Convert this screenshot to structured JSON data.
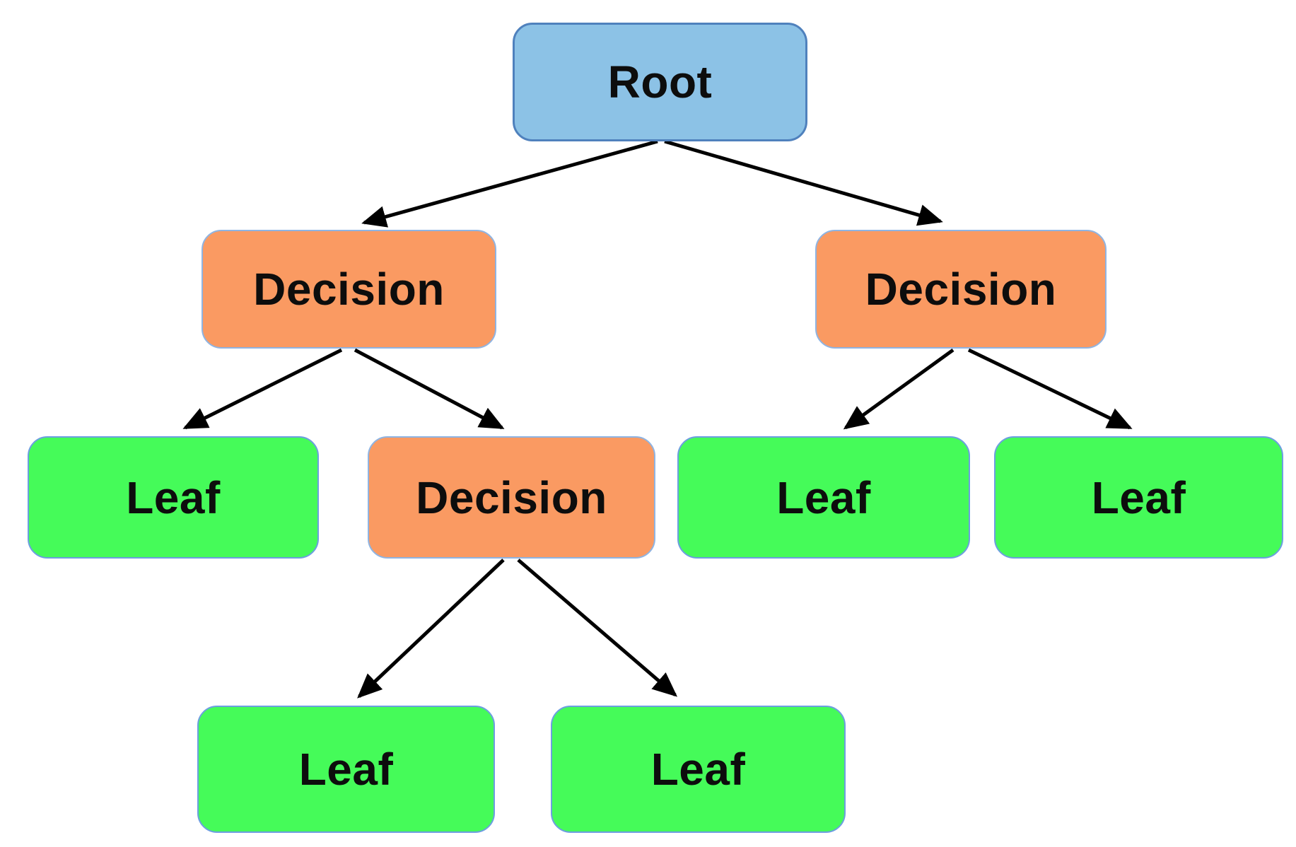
{
  "diagram": {
    "type": "tree",
    "description": "Decision tree diagram with one root node, three decision nodes and five leaf nodes connected by black arrows",
    "nodes": [
      {
        "id": "root",
        "label": "Root",
        "type": "root"
      },
      {
        "id": "decision-left",
        "label": "Decision",
        "type": "decision"
      },
      {
        "id": "decision-right",
        "label": "Decision",
        "type": "decision"
      },
      {
        "id": "leaf-left",
        "label": "Leaf",
        "type": "leaf"
      },
      {
        "id": "decision-middle",
        "label": "Decision",
        "type": "decision"
      },
      {
        "id": "leaf-mid-right",
        "label": "Leaf",
        "type": "leaf"
      },
      {
        "id": "leaf-far-right",
        "label": "Leaf",
        "type": "leaf"
      },
      {
        "id": "leaf-bottom-left",
        "label": "Leaf",
        "type": "leaf"
      },
      {
        "id": "leaf-bottom-right",
        "label": "Leaf",
        "type": "leaf"
      }
    ],
    "edges": [
      {
        "from": "root",
        "to": "decision-left"
      },
      {
        "from": "root",
        "to": "decision-right"
      },
      {
        "from": "decision-left",
        "to": "leaf-left"
      },
      {
        "from": "decision-left",
        "to": "decision-middle"
      },
      {
        "from": "decision-right",
        "to": "leaf-mid-right"
      },
      {
        "from": "decision-right",
        "to": "leaf-far-right"
      },
      {
        "from": "decision-middle",
        "to": "leaf-bottom-left"
      },
      {
        "from": "decision-middle",
        "to": "leaf-bottom-right"
      }
    ],
    "colors": {
      "root_fill": "#8CC2E6",
      "root_border": "#4F81BD",
      "decision_fill": "#FA9A62",
      "leaf_fill": "#45FB59",
      "node_border": "#6D9EE0",
      "edge": "#000000",
      "text": "#0D0D0D",
      "background": "#FFFFFF"
    }
  }
}
